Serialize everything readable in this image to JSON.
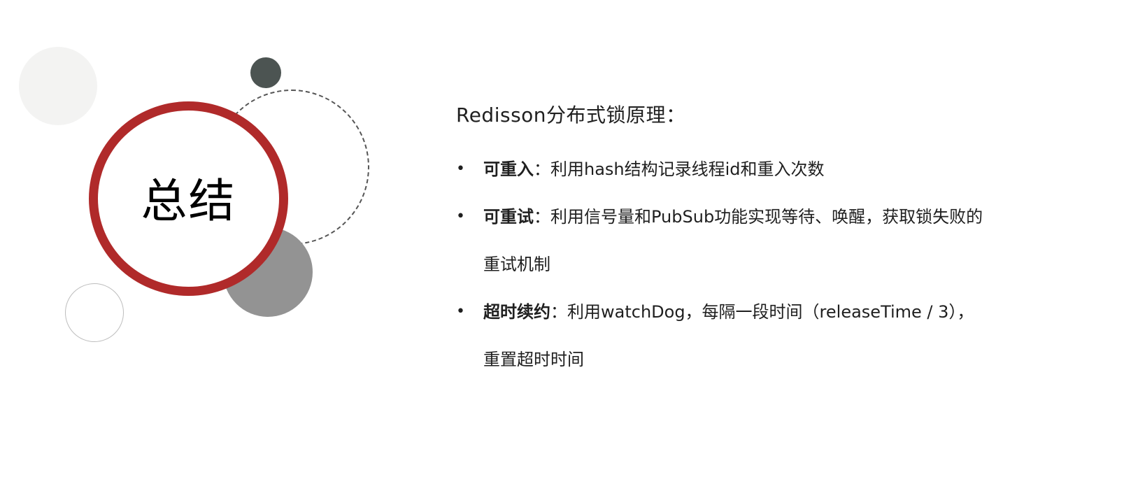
{
  "title": "总结",
  "heading": "Redisson分布式锁原理：",
  "bullet_glyph": "•",
  "items": [
    {
      "term": "可重入",
      "separator": "：",
      "text": "利用hash结构记录线程id和重入次数"
    },
    {
      "term": "可重试",
      "separator": "：",
      "text": "利用信号量和PubSub功能实现等待、唤醒，获取锁失败的重试机制"
    },
    {
      "term": "超时续约",
      "separator": "：",
      "text": "利用watchDog，每隔一段时间（releaseTime / 3），重置超时时间"
    }
  ],
  "colors": {
    "accent_red": "#b02a2a",
    "dark_dot": "#4c5452",
    "gray_dot": "#939393",
    "light_dot": "#f3f3f2"
  }
}
